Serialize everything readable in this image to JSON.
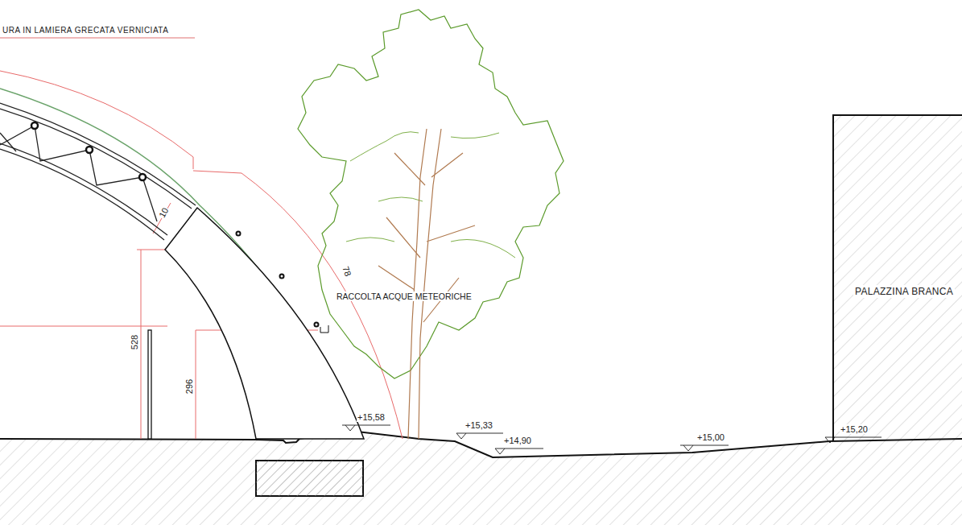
{
  "diagram": {
    "nodes": [
      {
        "text": [
          "PALAZZINA BRANCA"
        ]
      }
    ],
    "labels": [
      "URA IN LAMIERA GRECATA VERNICIATA",
      "10",
      "78",
      "RACCOLTA ACQUE METEORICHE",
      "528",
      "296",
      "+15,58",
      "+15,33",
      "+14,90",
      "+15,00",
      "+15,20"
    ]
  }
}
